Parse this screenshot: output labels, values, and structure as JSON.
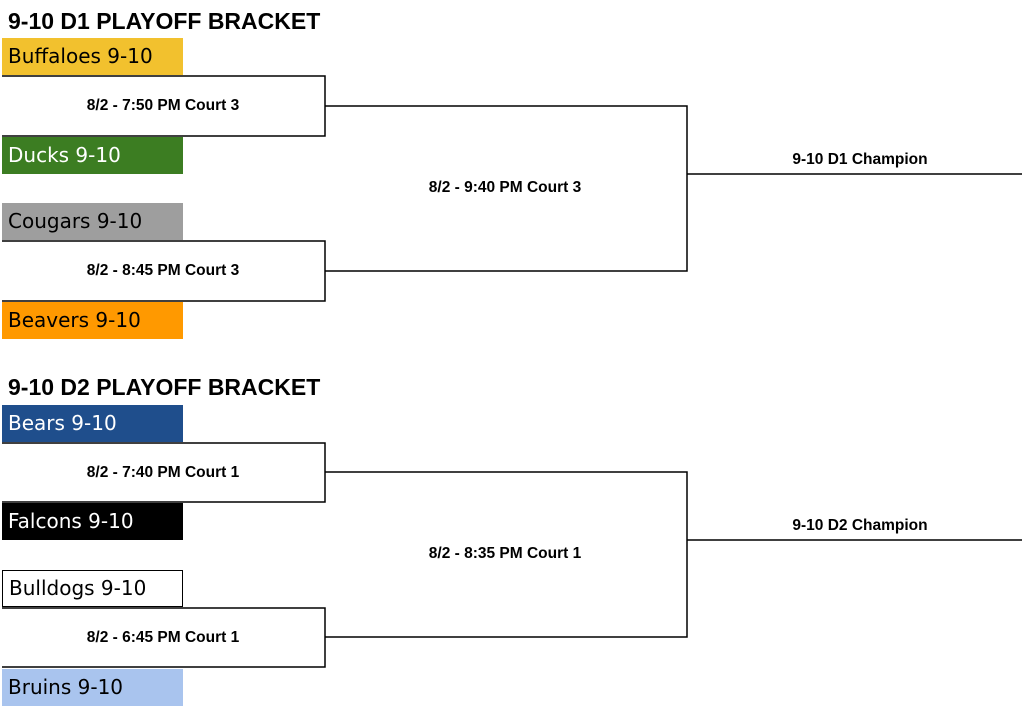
{
  "brackets": [
    {
      "title": "9-10 D1 PLAYOFF BRACKET",
      "teams": [
        {
          "name": "Buffaloes 9-10",
          "color": "#F2C12E",
          "text": "light"
        },
        {
          "name": "Ducks 9-10",
          "color": "#3C7D22",
          "text": "dark"
        },
        {
          "name": "Cougars 9-10",
          "color": "#9E9E9E",
          "text": "light"
        },
        {
          "name": "Beavers 9-10",
          "color": "#FF9900",
          "text": "light"
        }
      ],
      "semis": [
        "8/2 - 7:50 PM Court 3",
        "8/2 - 8:45 PM Court 3"
      ],
      "final": "8/2 - 9:40 PM Court 3",
      "champion": "9-10 D1 Champion"
    },
    {
      "title": "9-10 D2 PLAYOFF BRACKET",
      "teams": [
        {
          "name": "Bears 9-10",
          "color": "#1F4E8C",
          "text": "dark"
        },
        {
          "name": "Falcons 9-10",
          "color": "#000000",
          "text": "dark"
        },
        {
          "name": "Bulldogs 9-10",
          "color": "#FFFFFF",
          "text": "light",
          "outlined": true
        },
        {
          "name": "Bruins 9-10",
          "color": "#A9C4EE",
          "text": "light"
        }
      ],
      "semis": [
        "8/2 - 7:40 PM Court 1",
        "8/2 - 6:45 PM Court 1"
      ],
      "final": "8/2 - 8:35 PM Court 1",
      "champion": "9-10 D2 Champion"
    }
  ]
}
